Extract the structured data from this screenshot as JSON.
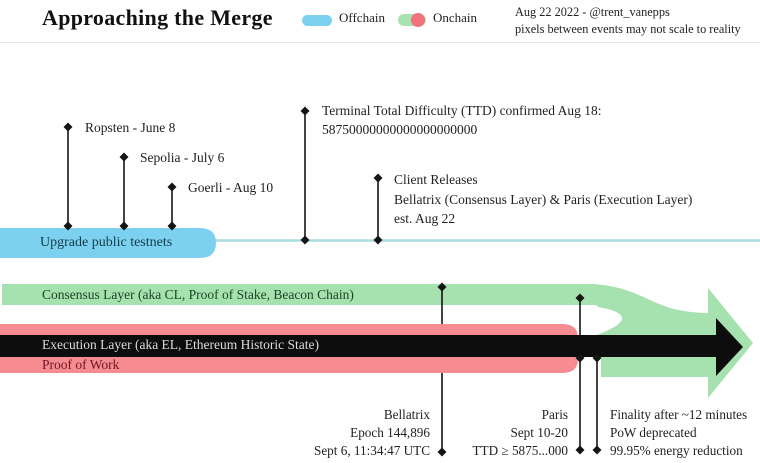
{
  "header": {
    "title": "Approaching the Merge",
    "legend_offchain": "Offchain",
    "legend_onchain": "Onchain",
    "credit_line1": "Aug 22 2022 - @trent_vanepps",
    "credit_line2": "pixels between events may not scale to reality"
  },
  "events": {
    "ropsten": "Ropsten - June 8",
    "sepolia": "Sepolia - July 6",
    "goerli": "Goerli - Aug 10",
    "ttd_line1": "Terminal Total Difficulty (TTD) confirmed Aug 18:",
    "ttd_line2": "58750000000000000000000",
    "client_line1": "Client Releases",
    "client_line2": "Bellatrix (Consensus Layer) & Paris (Execution Layer)",
    "client_line3": "est. Aug 22"
  },
  "bars": {
    "testnets": "Upgrade public testnets",
    "consensus": "Consensus Layer (aka CL, Proof of Stake, Beacon Chain)",
    "execution": "Execution Layer (aka EL, Ethereum Historic State)",
    "pow": "Proof of Work"
  },
  "milestones": {
    "bellatrix": [
      "Bellatrix",
      "Epoch 144,896",
      "Sept 6, 11:34:47 UTC"
    ],
    "paris": [
      "Paris",
      "Sept 10-20",
      "TTD ≥ 5875...000"
    ],
    "finality": [
      "Finality after ~12 minutes",
      "PoW deprecated",
      "99.95% energy reduction"
    ]
  },
  "colors": {
    "offchain_blue": "#7cd1f1",
    "offchain_line": "#a9dde0",
    "onchain_green": "#a5e2b0",
    "onchain_red": "#f68b92",
    "arrow_black": "#0d0d0d",
    "pow_text": "#6e1520",
    "consensus_text": "#1d4527",
    "execution_text": "#dcdcdc"
  }
}
